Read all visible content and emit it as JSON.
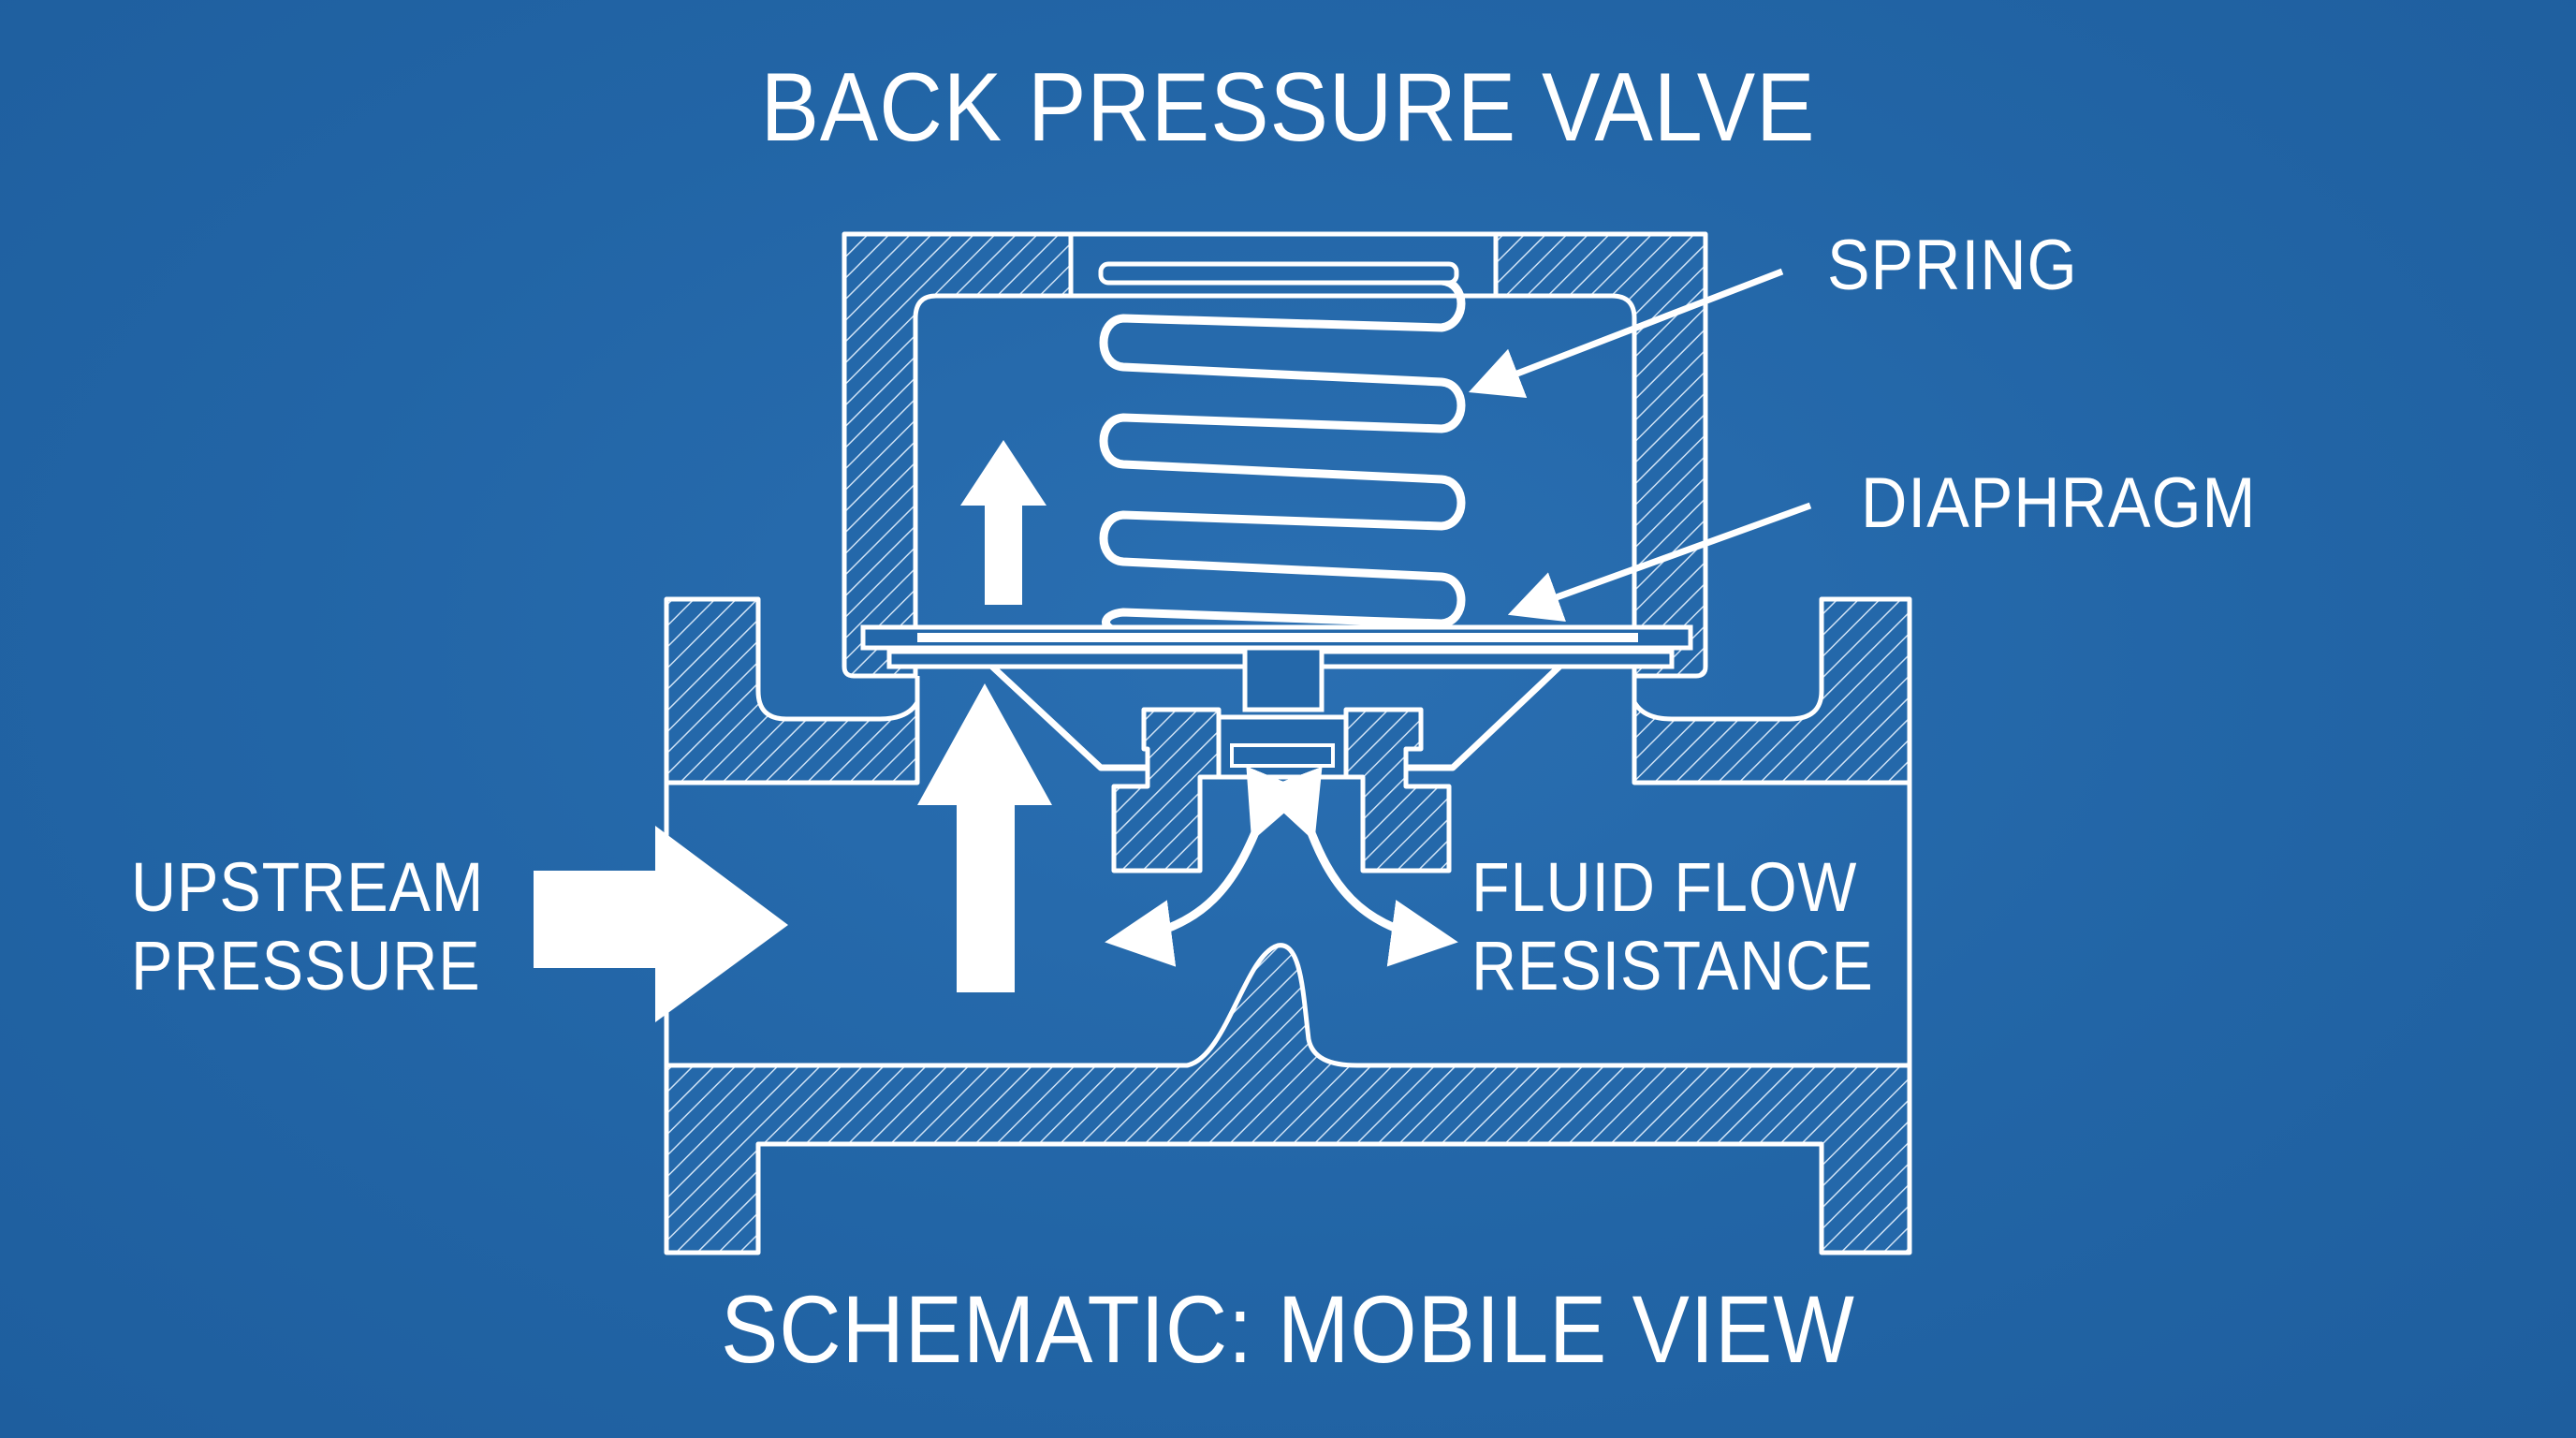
{
  "diagram": {
    "title": "BACK PRESSURE VALVE",
    "footer": "SCHEMATIC: MOBILE VIEW",
    "labels": {
      "spring": "SPRING",
      "diaphragm": "DIAPHRAGM",
      "upstream_line1": "UPSTREAM",
      "upstream_line2": "PRESSURE",
      "fluid_line1": "FLUID FLOW",
      "fluid_line2": "RESISTANCE"
    }
  },
  "colors": {
    "background": "#2266a8",
    "linework": "#ffffff"
  }
}
